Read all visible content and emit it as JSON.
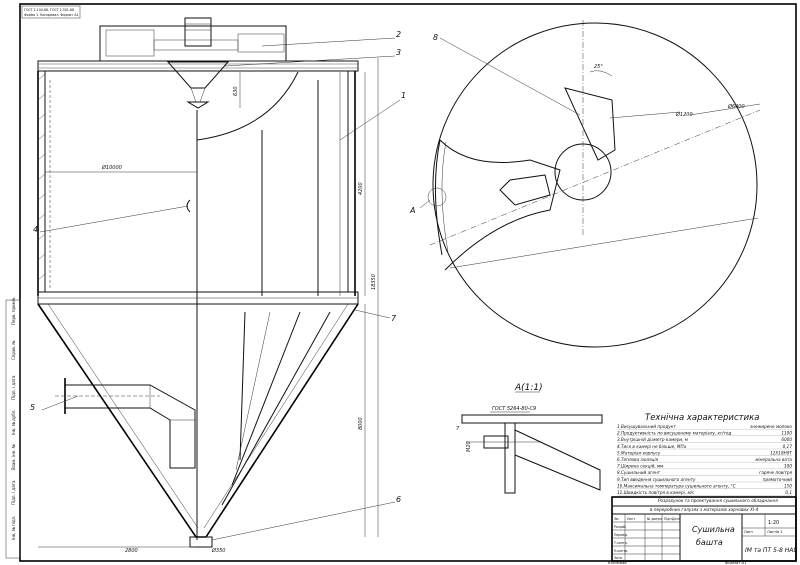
{
  "stamp_topleft": [
    "ГОСТ 2.104-68, ГОСТ 2.301-68",
    "Форма 1. Копировал. Формат А1"
  ],
  "dims": {
    "d10000": "Ø10000",
    "h630": "630",
    "h4200": "4200",
    "h18350": "18350",
    "h8000": "8000",
    "w2800": "2800",
    "d350": "Ø350",
    "d1200": "Ø1200",
    "d6400": "Ø6400",
    "angle25": "25°"
  },
  "callouts": [
    "1",
    "2",
    "3",
    "4",
    "5",
    "6",
    "7",
    "8"
  ],
  "view_marker": "A",
  "section_title": "A(1:1)",
  "section_gost": "ГОСТ 5264-80-С9",
  "section_dims": [
    "M20",
    "7"
  ],
  "tech_title": "Технічна характеристика",
  "tech_rows": [
    {
      "label": "1.Висушувальний продукт",
      "value": "знежирене молоко"
    },
    {
      "label": "2.Продуктивність по висушеному матеріалу, кг/год",
      "value": "1100"
    },
    {
      "label": "3.Внутрішній діаметр камери, м",
      "value": "6000"
    },
    {
      "label": "4.Тиск в камері не більше, МПа",
      "value": "0,17"
    },
    {
      "label": "5.Матеріал корпусу",
      "value": "12Х18Н9Т"
    },
    {
      "label": "6.Теплова ізоляція",
      "value": "мінеральна вата"
    },
    {
      "label": "7.Ширина секцій, мм",
      "value": "100"
    },
    {
      "label": "8.Сушильний агент",
      "value": "гаряче повітря"
    },
    {
      "label": "9.Тип введення сушильного агенту",
      "value": "прямоточний"
    },
    {
      "label": "10.Максимальна температура сушильного агенту, °С",
      "value": "150"
    },
    {
      "label": "11.Швидкість повітря в камері, м/с",
      "value": "0,1"
    }
  ],
  "title_block": {
    "topic_lines": [
      "Розрахунок та проектування сушильного обладнання",
      "в переробних галузях з матеріалів харчових ХІ-4"
    ],
    "name_lines": [
      "Сушильна",
      "башта"
    ],
    "scale": "1:20",
    "sheet": "Лист",
    "sheets": "Листів 1",
    "doc": "ІМ та ПТ 5-8 НАУ",
    "rows": [
      "Розроб.",
      "Перевір.",
      "Т.контр.",
      "Н.контр.",
      "Затв."
    ],
    "cols": [
      "Зм.",
      "Лист",
      "№ докум.",
      "Підп.",
      "Дата"
    ]
  },
  "bottom": [
    "Копіював",
    "Формат А1"
  ],
  "left_strip": [
    "Інв. № підл.",
    "Підп. і дата",
    "Взам. інв. №",
    "Інв. № дубл.",
    "Підп. і дата",
    "Справ. №",
    "Перв. примін."
  ]
}
